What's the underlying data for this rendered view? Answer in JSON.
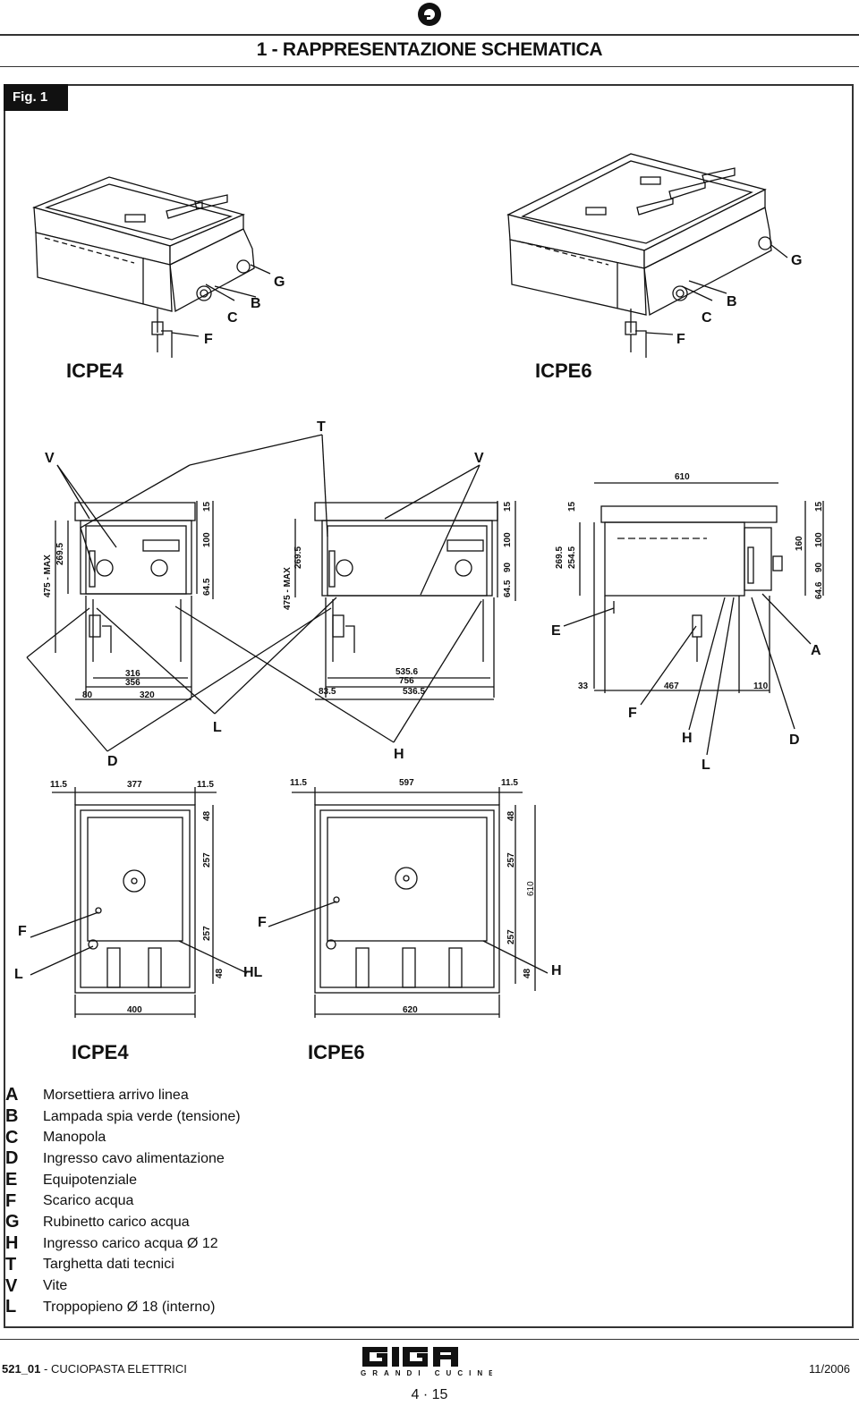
{
  "header": {
    "title": "1 - RAPPRESENTAZIONE SCHEMATICA"
  },
  "figure": {
    "label": "Fig. 1",
    "models": {
      "left": "ICPE4",
      "right": "ICPE6"
    },
    "letters": {
      "A": "A",
      "B": "B",
      "C": "C",
      "D": "D",
      "E": "E",
      "F": "F",
      "G": "G",
      "H": "H",
      "T": "T",
      "V": "V",
      "L": "L",
      "HL": "HL"
    },
    "dimensions": {
      "front4_width1": "316",
      "front4_width2": "356",
      "front4_left": "80",
      "front4_right": "320",
      "height_max": "475 - MAX",
      "height_269": "269.5",
      "dim_15": "15",
      "dim_100": "100",
      "dim_90": "90",
      "dim_645": "64.5",
      "front6_width1": "535.6",
      "front6_width2": "756",
      "front6_left": "83.5",
      "front6_right": "536.5",
      "side_610": "610",
      "side_2545": "254.5",
      "side_160": "160",
      "side_646": "64.6",
      "side_33": "33",
      "side_467": "467",
      "side_110": "110",
      "top4_115": "11.5",
      "top4_377": "377",
      "top4_400": "400",
      "top6_597": "597",
      "top6_620": "620",
      "top_48": "48",
      "top_257": "257",
      "top6_610": "610"
    }
  },
  "legend": [
    {
      "letter": "A",
      "text": "Morsettiera arrivo linea"
    },
    {
      "letter": "B",
      "text": "Lampada spia verde (tensione)"
    },
    {
      "letter": "C",
      "text": "Manopola"
    },
    {
      "letter": "D",
      "text": "Ingresso cavo alimentazione"
    },
    {
      "letter": "E",
      "text": "Equipotenziale"
    },
    {
      "letter": "F",
      "text": "Scarico acqua"
    },
    {
      "letter": "G",
      "text": "Rubinetto carico acqua"
    },
    {
      "letter": "H",
      "text": "Ingresso carico acqua Ø 12"
    },
    {
      "letter": "T",
      "text": "Targhetta dati tecnici"
    },
    {
      "letter": "V",
      "text": "Vite"
    },
    {
      "letter": "L",
      "text": "Troppopieno Ø 18 (interno)"
    }
  ],
  "footer": {
    "doc_code": "521_01",
    "doc_title": " - CUCIOPASTA ELETTRICI",
    "brand": "GIGA",
    "brand_sub": "GRANDI CUCINE",
    "date": "11/2006",
    "page": "4 · 15"
  }
}
